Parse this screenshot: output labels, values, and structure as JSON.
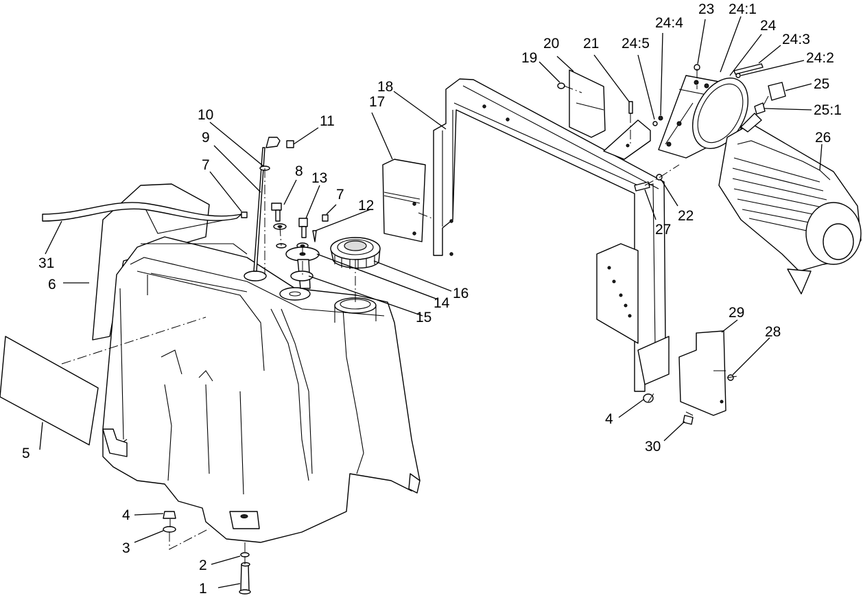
{
  "callouts": {
    "c1": "1",
    "c2": "2",
    "c3": "3",
    "c4a": "4",
    "c4b": "4",
    "c5": "5",
    "c6": "6",
    "c7a": "7",
    "c7b": "7",
    "c8": "8",
    "c9": "9",
    "c10": "10",
    "c11": "11",
    "c12": "12",
    "c13": "13",
    "c14": "14",
    "c15": "15",
    "c16": "16",
    "c17": "17",
    "c18": "18",
    "c19": "19",
    "c20": "20",
    "c21": "21",
    "c22": "22",
    "c23": "23",
    "c24": "24",
    "c24_1": "24:1",
    "c24_2": "24:2",
    "c24_3": "24:3",
    "c24_4": "24:4",
    "c24_5": "24:5",
    "c25": "25",
    "c25_1": "25:1",
    "c26": "26",
    "c27": "27",
    "c28": "28",
    "c29": "29",
    "c30": "30",
    "c31": "31"
  }
}
